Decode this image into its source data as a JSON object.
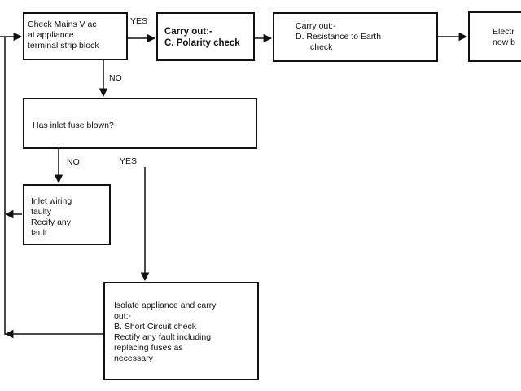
{
  "flowchart": {
    "check_mains": {
      "lines": [
        "Check Mains V ac",
        "at appliance",
        "terminal strip block"
      ]
    },
    "polarity": {
      "lines": [
        "Carry out:-",
        "C. Polarity check"
      ]
    },
    "resistance": {
      "lines": [
        "Carry out:-",
        "D. Resistance to Earth",
        "check"
      ]
    },
    "electrics": {
      "lines": [
        "Electr",
        "now b"
      ]
    },
    "inlet_fuse": {
      "lines": [
        "Has inlet fuse blown?"
      ]
    },
    "inlet_wiring": {
      "lines": [
        "Inlet wiring",
        "faulty",
        "Recify any",
        "fault"
      ]
    },
    "isolate": {
      "lines": [
        "Isolate appliance and carry",
        "out:-",
        "B. Short Circuit check",
        "Rectify any fault including",
        "replacing fuses as",
        "necessary"
      ]
    },
    "labels": {
      "yes_1": "YES",
      "no_1": "NO",
      "no_2": "NO",
      "yes_2": "YES"
    }
  }
}
